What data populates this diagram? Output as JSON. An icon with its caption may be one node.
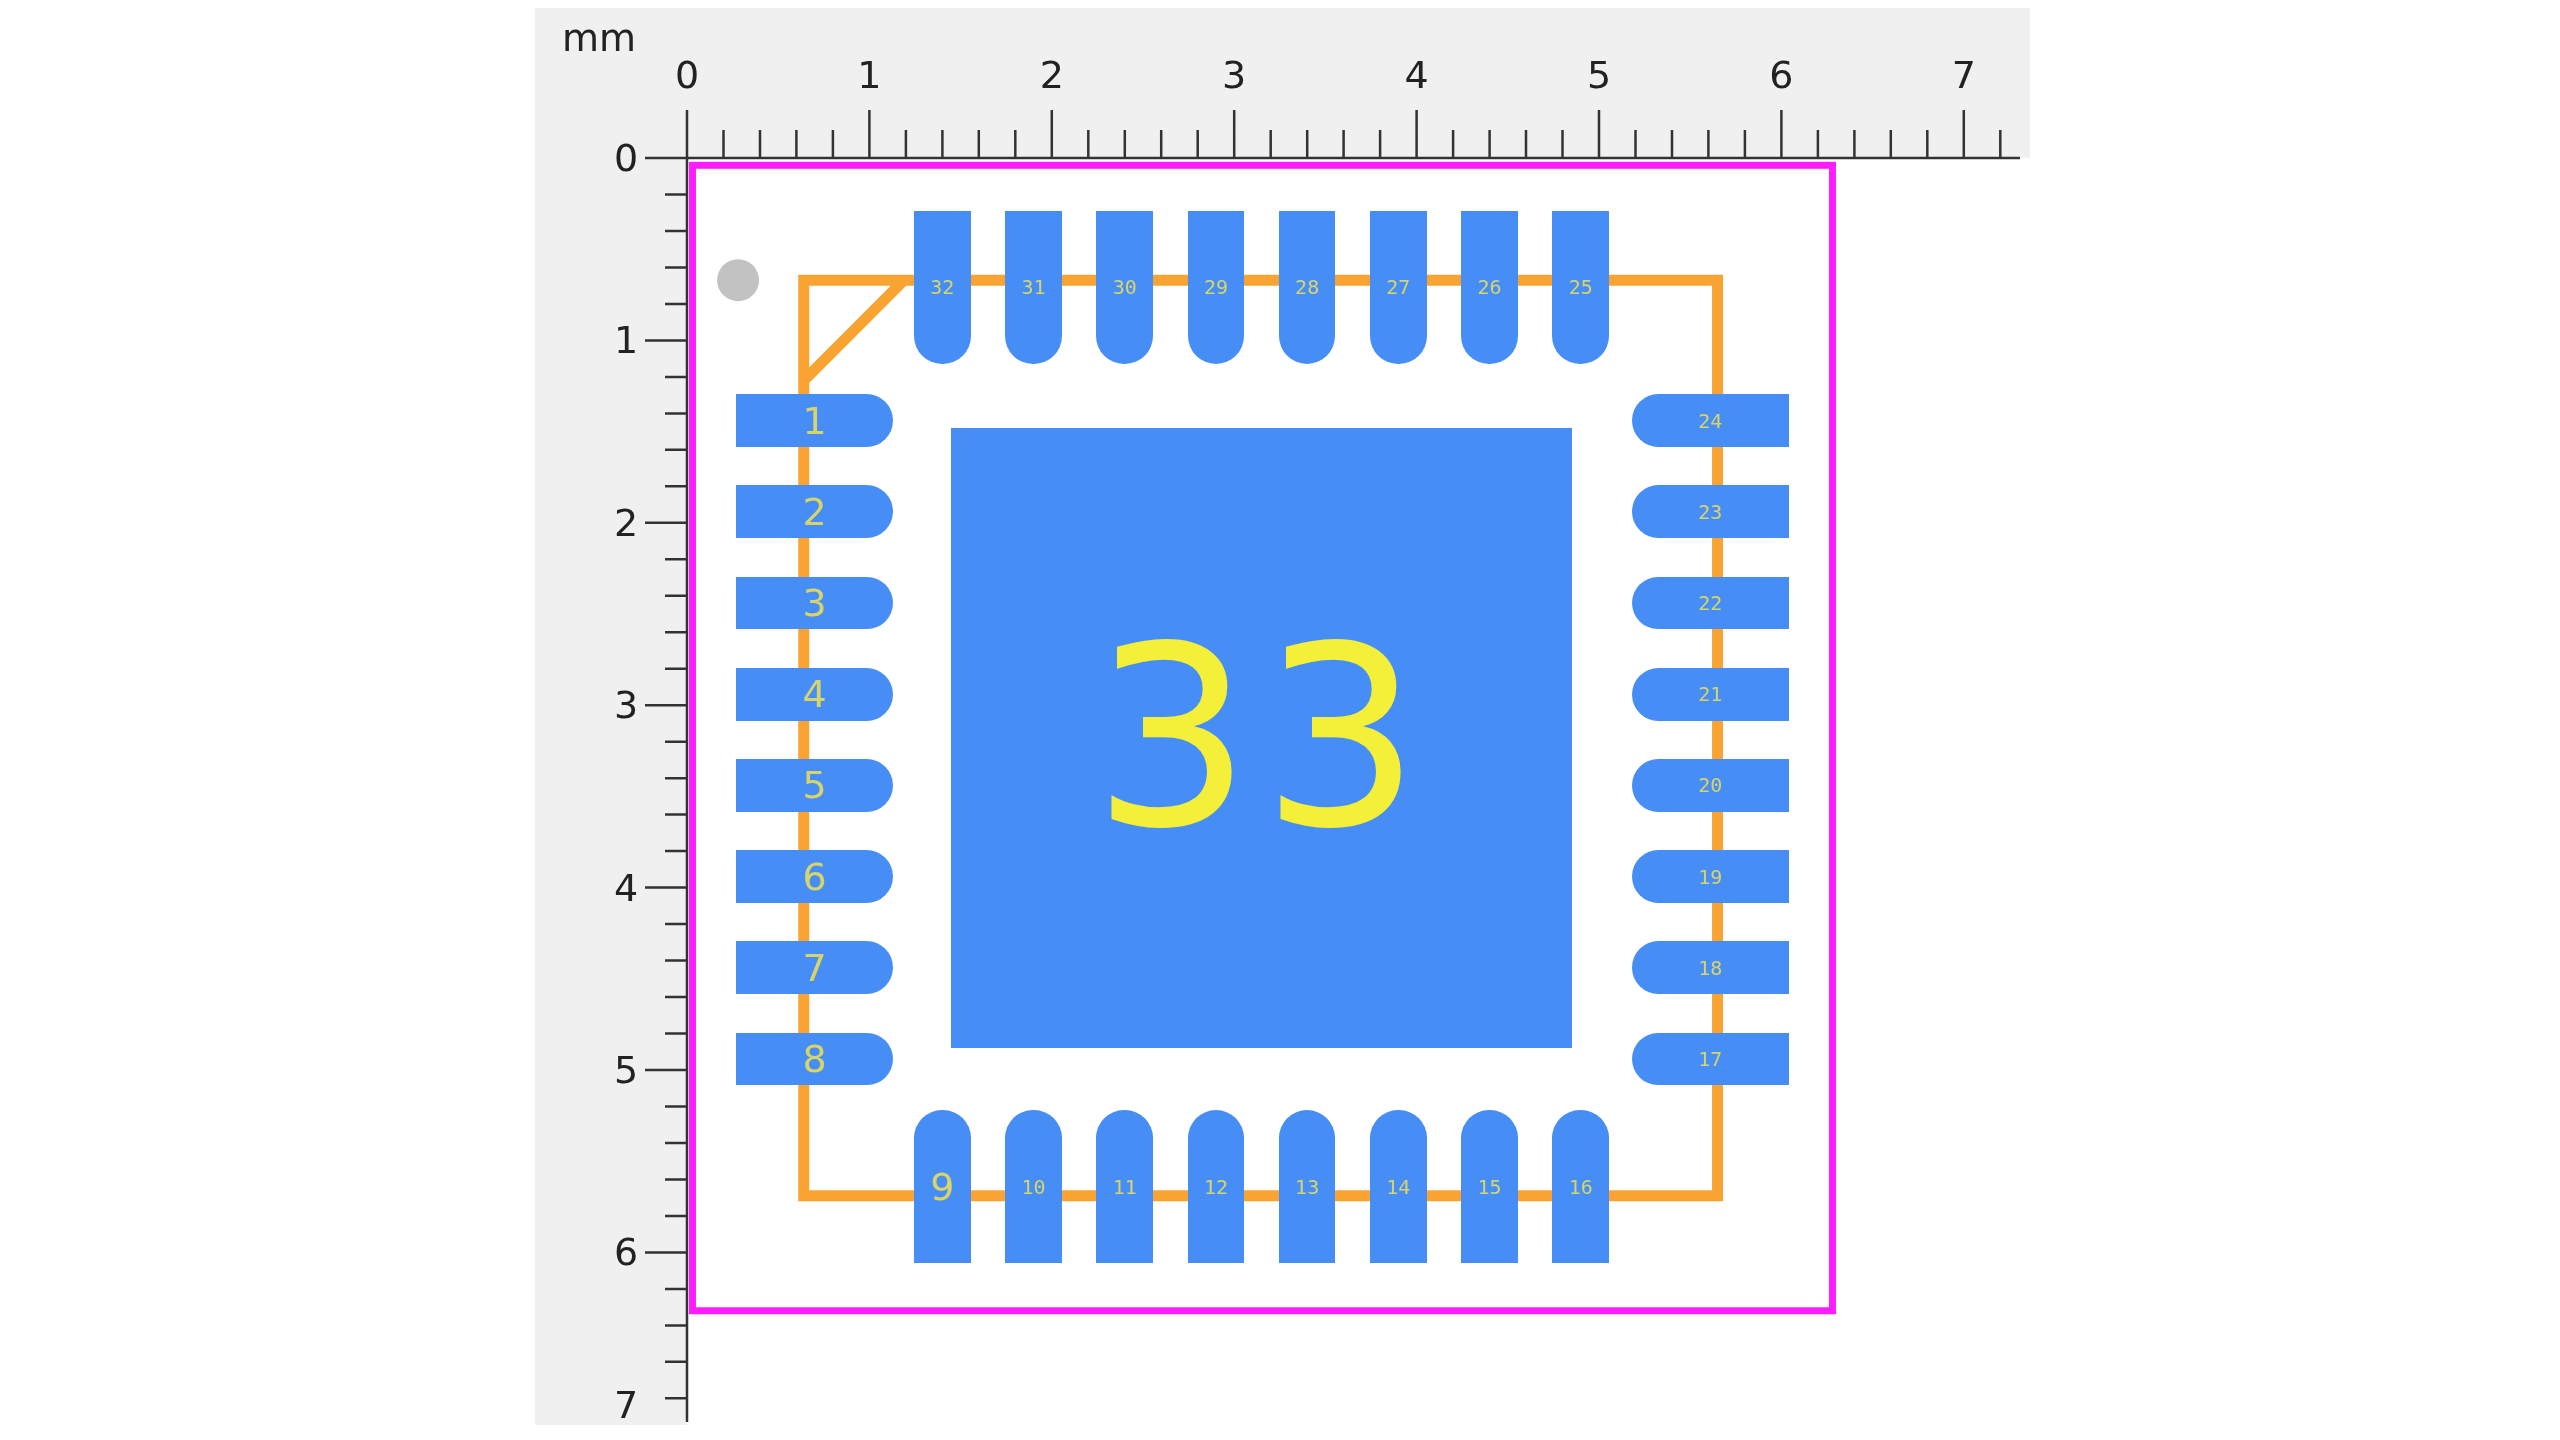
{
  "diagram": {
    "nodes": [
      {
        "text": [
          "1"
        ]
      },
      {
        "text": [
          "2"
        ]
      },
      {
        "text": [
          "3"
        ]
      },
      {
        "text": [
          "4"
        ]
      },
      {
        "text": [
          "5"
        ]
      },
      {
        "text": [
          "6"
        ]
      },
      {
        "text": [
          "7"
        ]
      },
      {
        "text": [
          "8"
        ]
      },
      {
        "text": [
          "9"
        ]
      },
      {
        "text": [
          "10"
        ]
      },
      {
        "text": [
          "11"
        ]
      },
      {
        "text": [
          "12"
        ]
      },
      {
        "text": [
          "13"
        ]
      },
      {
        "text": [
          "14"
        ]
      },
      {
        "text": [
          "15"
        ]
      },
      {
        "text": [
          "16"
        ]
      },
      {
        "text": [
          "17"
        ]
      },
      {
        "text": [
          "18"
        ]
      },
      {
        "text": [
          "19"
        ]
      },
      {
        "text": [
          "20"
        ]
      },
      {
        "text": [
          "21"
        ]
      },
      {
        "text": [
          "22"
        ]
      },
      {
        "text": [
          "23"
        ]
      },
      {
        "text": [
          "24"
        ]
      },
      {
        "text": [
          "25"
        ]
      },
      {
        "text": [
          "26"
        ]
      },
      {
        "text": [
          "27"
        ]
      },
      {
        "text": [
          "28"
        ]
      },
      {
        "text": [
          "29"
        ]
      },
      {
        "text": [
          "30"
        ]
      },
      {
        "text": [
          "31"
        ]
      },
      {
        "text": [
          "32"
        ]
      },
      {
        "text": [
          "33"
        ]
      }
    ],
    "edges": [],
    "labels": [
      "mm",
      "0",
      "1",
      "2",
      "3",
      "4",
      "5",
      "6",
      "7",
      "0",
      "1",
      "2",
      "3",
      "4",
      "5",
      "6",
      "7"
    ]
  }
}
